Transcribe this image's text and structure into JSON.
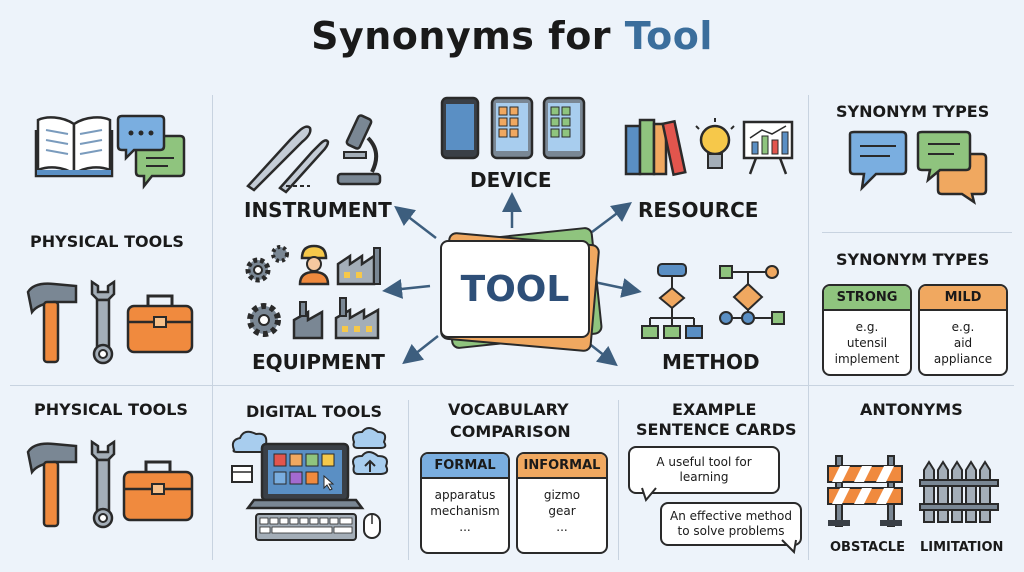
{
  "title": {
    "prefix": "Synonyms for",
    "highlight": "Tool"
  },
  "center": {
    "label": "TOOL"
  },
  "left_column": {
    "top_label": "PHYSICAL TOOLS",
    "bottom_label": "PHYSICAL TOOLS"
  },
  "hub": {
    "instrument": "INSTRUMENT",
    "device": "DEVICE",
    "resource": "RESOURCE",
    "equipment": "EQUIPMENT",
    "method": "METHOD"
  },
  "right_column": {
    "types_top": "SYNONYM TYPES",
    "types_mid": "SYNONYM TYPES",
    "strong": {
      "header": "STRONG",
      "lines": [
        "e.g.",
        "utensil",
        "implement"
      ]
    },
    "mild": {
      "header": "MILD",
      "lines": [
        "e.g.",
        "aid",
        "appliance"
      ]
    }
  },
  "bottom": {
    "digital_tools": "DIGITAL TOOLS",
    "vocab_line1": "VOCABULARY",
    "vocab_line2": "COMPARISON",
    "formal": {
      "header": "FORMAL",
      "lines": [
        "apparatus",
        "mechanism",
        "..."
      ]
    },
    "informal": {
      "header": "INFORMAL",
      "lines": [
        "gizmo",
        "gear",
        "..."
      ]
    },
    "cards_line1": "EXAMPLE",
    "cards_line2": "SENTENCE CARDS",
    "card1": [
      "A useful tool for",
      "learning"
    ],
    "card2": [
      "An effective method",
      "to solve problems"
    ],
    "antonyms": "ANTONYMS",
    "obstacle": "OBSTACLE",
    "limitation": "LIMITATION"
  },
  "colors": {
    "accent": "#3b6e9c",
    "green": "#8fc47e",
    "orange": "#f0a860",
    "blue": "#7aaee0"
  }
}
